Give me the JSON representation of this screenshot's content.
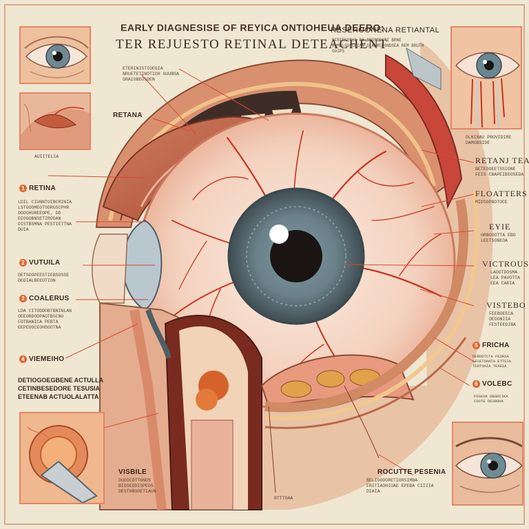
{
  "header": {
    "top_line": "EARLY DIAGNESISE OF REYICA ONTIOHEUA DEERO:",
    "main_title": "TER REJUESTO  RETINAL DETEACHENT",
    "right_title": "RESEROONENA RETIANTAL",
    "right_sub": "BFRIBSOTHO DA BBOSDGGTI BRNE INMBLSSNCBIAN SLANRCHONDSEA REM BRUTH GOIPS"
  },
  "labels": {
    "retana_top": "RETANA",
    "retana_top_cap": "ETERINISTIOEGIA NRUETETINOTIOH GUUBSA GRAIOBEOSDEN",
    "left_inset_cap": "AUIITELIA",
    "retina": {
      "num": "1",
      "label": "RETINA",
      "cap": "LDIL CIUNNTOIBCRINIA\nLSTOOOMEOTSGRGSCPHR\nOOOGHUREEOPE, DD\nDIOGOBNSETIRODAN\nDISTBSMNA PESTIETTNA\nDUIA"
    },
    "vutula": {
      "num": "2",
      "label": "VUTUILA",
      "cap": "DETSOOPEESTIEBSOSSE\nDEGIALBEEOTION"
    },
    "coalerus": {
      "num": "3",
      "label": "COALERUS",
      "cap": "LDA CITODDOBTBNINLAN\nOEEORDODPAOTBSCNO\nFOTBANICA PEBTA\nEEPEOOCEOHSOOTNA"
    },
    "viemenho": {
      "num": "4",
      "label": "VIEMEIHO"
    },
    "bottom_left_cap": "DETIOGOEGBENE ACTULLA\nCETINBESEDORE TESUSIA\nETEENAB ACTUOLALATTA",
    "visible": "VISBILE",
    "visible_cap": "DUDOCDTTONDS\nBIOSEDDISPEOS\nDESTHBODETIAUN",
    "right_top_cap": "DLNIBAU PROVIDIRE\nDAMOBSIDE",
    "retanj_tear": "RETANJ TEAR",
    "retanj_cap": "BETEOOEETSSIONE\nFEIS CBAPEIBSOSEDA",
    "floaters": "FLOATTERS",
    "floaters_cap": "MIDSOPBOTOCE",
    "eye": "EYIE",
    "eye_cap": "ORBOOOTTA EBO\nLEETSOBEOA",
    "victrous": "VICTROUS",
    "victrous_cap": "LAOOTDOSMA\nLEA PAVOTTA\nEEA CARIA",
    "visteso": "VISTEBO",
    "visteso_cap": "FEEBOEECA\nDEOONIIA\nFESTEEDIBA",
    "fricha": {
      "num": "5",
      "label": "FRICHA",
      "cap": "DEROOTCTA FEDRSA\nLECETOANTA ETTEIA\nTEDTOAIA TEAESA"
    },
    "volebc": {
      "num": "6",
      "label": "VOLEBC",
      "cap": "FOSEOA OBSRIIKA\nCOOTE DESBOHA"
    },
    "rocute": "ROCUTTE PESENIA",
    "rocute_cap": "BELIOODORETIORSIMBA\nFRITIAOHIOAE EPEBA CIIIIA\nDIAIA",
    "bottom_center": "RTTTOAA"
  },
  "colors": {
    "leader": "#d84a2f",
    "frame": "#d9a98c",
    "vessel": "#c8321e",
    "iris": "#5d6e73",
    "sclera": "#f6dccb",
    "accent": "#e0652f"
  }
}
